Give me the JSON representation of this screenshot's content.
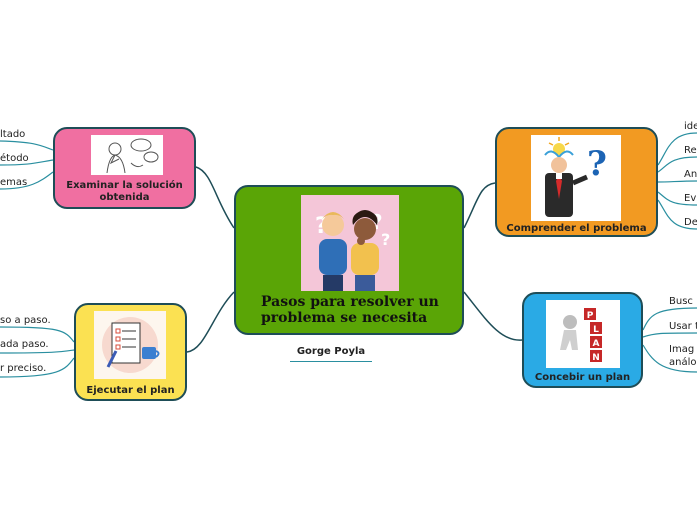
{
  "central": {
    "title": "Pasos para resolver un problema se necesita",
    "subtitle": "Gorge Poyla"
  },
  "nodes": {
    "examinar": {
      "label": "Examinar la solución obtenida",
      "color": "#f06fa1"
    },
    "comprender": {
      "label": "Comprender el problema",
      "color": "#f29a22"
    },
    "concebir": {
      "label": "Concebir un plan",
      "color": "#2aaae5"
    },
    "ejecutar": {
      "label": "Ejecutar el plan",
      "color": "#fbe152"
    }
  },
  "central_color": "#5aa506",
  "leaves": {
    "examinar": [
      "ltado",
      "étodo",
      "emas"
    ],
    "comprender": [
      "ide",
      "Re",
      "An",
      "Ev",
      "De"
    ],
    "concebir": [
      "Busc",
      "Usar t",
      "Imag",
      "análo"
    ],
    "ejecutar": [
      "so a paso.",
      "ada paso.",
      "r preciso."
    ]
  },
  "plan_letters": [
    "P",
    "L",
    "A",
    "N"
  ]
}
